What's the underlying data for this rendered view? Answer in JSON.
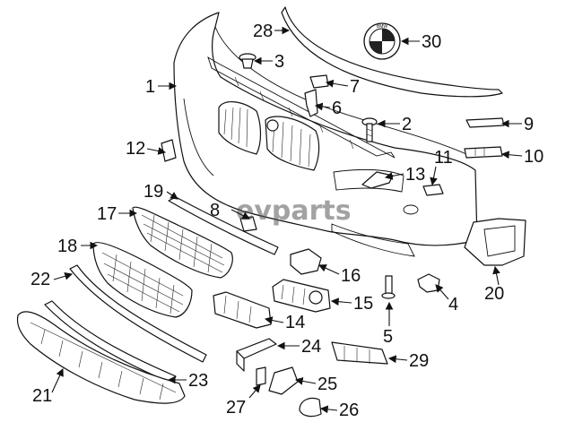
{
  "watermark": "evparts",
  "emblem": {
    "letters": "BMW"
  },
  "callouts": [
    {
      "id": "1",
      "label": "1"
    },
    {
      "id": "2",
      "label": "2"
    },
    {
      "id": "3",
      "label": "3"
    },
    {
      "id": "4",
      "label": "4"
    },
    {
      "id": "5",
      "label": "5"
    },
    {
      "id": "6",
      "label": "6"
    },
    {
      "id": "7",
      "label": "7"
    },
    {
      "id": "8",
      "label": "8"
    },
    {
      "id": "9",
      "label": "9"
    },
    {
      "id": "10",
      "label": "10"
    },
    {
      "id": "11",
      "label": "11"
    },
    {
      "id": "12",
      "label": "12"
    },
    {
      "id": "13",
      "label": "13"
    },
    {
      "id": "14",
      "label": "14"
    },
    {
      "id": "15",
      "label": "15"
    },
    {
      "id": "16",
      "label": "16"
    },
    {
      "id": "17",
      "label": "17"
    },
    {
      "id": "18",
      "label": "18"
    },
    {
      "id": "19",
      "label": "19"
    },
    {
      "id": "20",
      "label": "20"
    },
    {
      "id": "21",
      "label": "21"
    },
    {
      "id": "22",
      "label": "22"
    },
    {
      "id": "23",
      "label": "23"
    },
    {
      "id": "24",
      "label": "24"
    },
    {
      "id": "25",
      "label": "25"
    },
    {
      "id": "26",
      "label": "26"
    },
    {
      "id": "27",
      "label": "27"
    },
    {
      "id": "28",
      "label": "28"
    },
    {
      "id": "29",
      "label": "29"
    },
    {
      "id": "30",
      "label": "30"
    }
  ]
}
